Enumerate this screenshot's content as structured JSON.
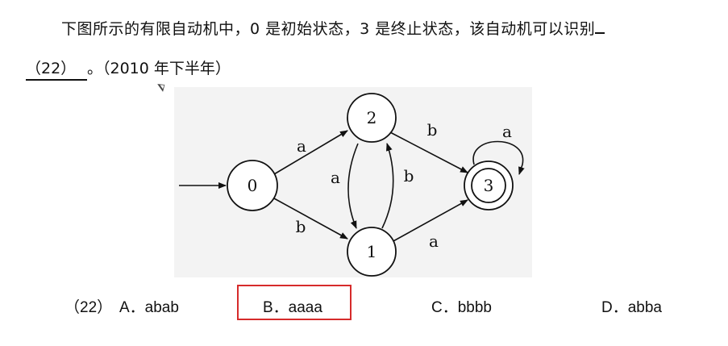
{
  "question": {
    "line1": "下图所示的有限自动机中，0 是初始状态，3 是终止状态，该自动机可以识别",
    "blank_number": "（22）",
    "line2_rest": "。（2010 年下半年）"
  },
  "diagram": {
    "states": [
      "0",
      "1",
      "2",
      "3"
    ],
    "start_state": "0",
    "final_state": "3",
    "transitions": [
      {
        "from": "0",
        "to": "2",
        "label": "a"
      },
      {
        "from": "0",
        "to": "1",
        "label": "b"
      },
      {
        "from": "2",
        "to": "1",
        "label": "a"
      },
      {
        "from": "1",
        "to": "2",
        "label": "b"
      },
      {
        "from": "2",
        "to": "3",
        "label": "b"
      },
      {
        "from": "1",
        "to": "3",
        "label": "a"
      },
      {
        "from": "3",
        "to": "3",
        "label": "a"
      }
    ]
  },
  "options": {
    "question_no": "（22）",
    "a": "A．abab",
    "b": "B．aaaa",
    "c": "C．bbbb",
    "d": "D．abba",
    "highlight_color": "#d62b2b",
    "highlighted_option": "b"
  }
}
